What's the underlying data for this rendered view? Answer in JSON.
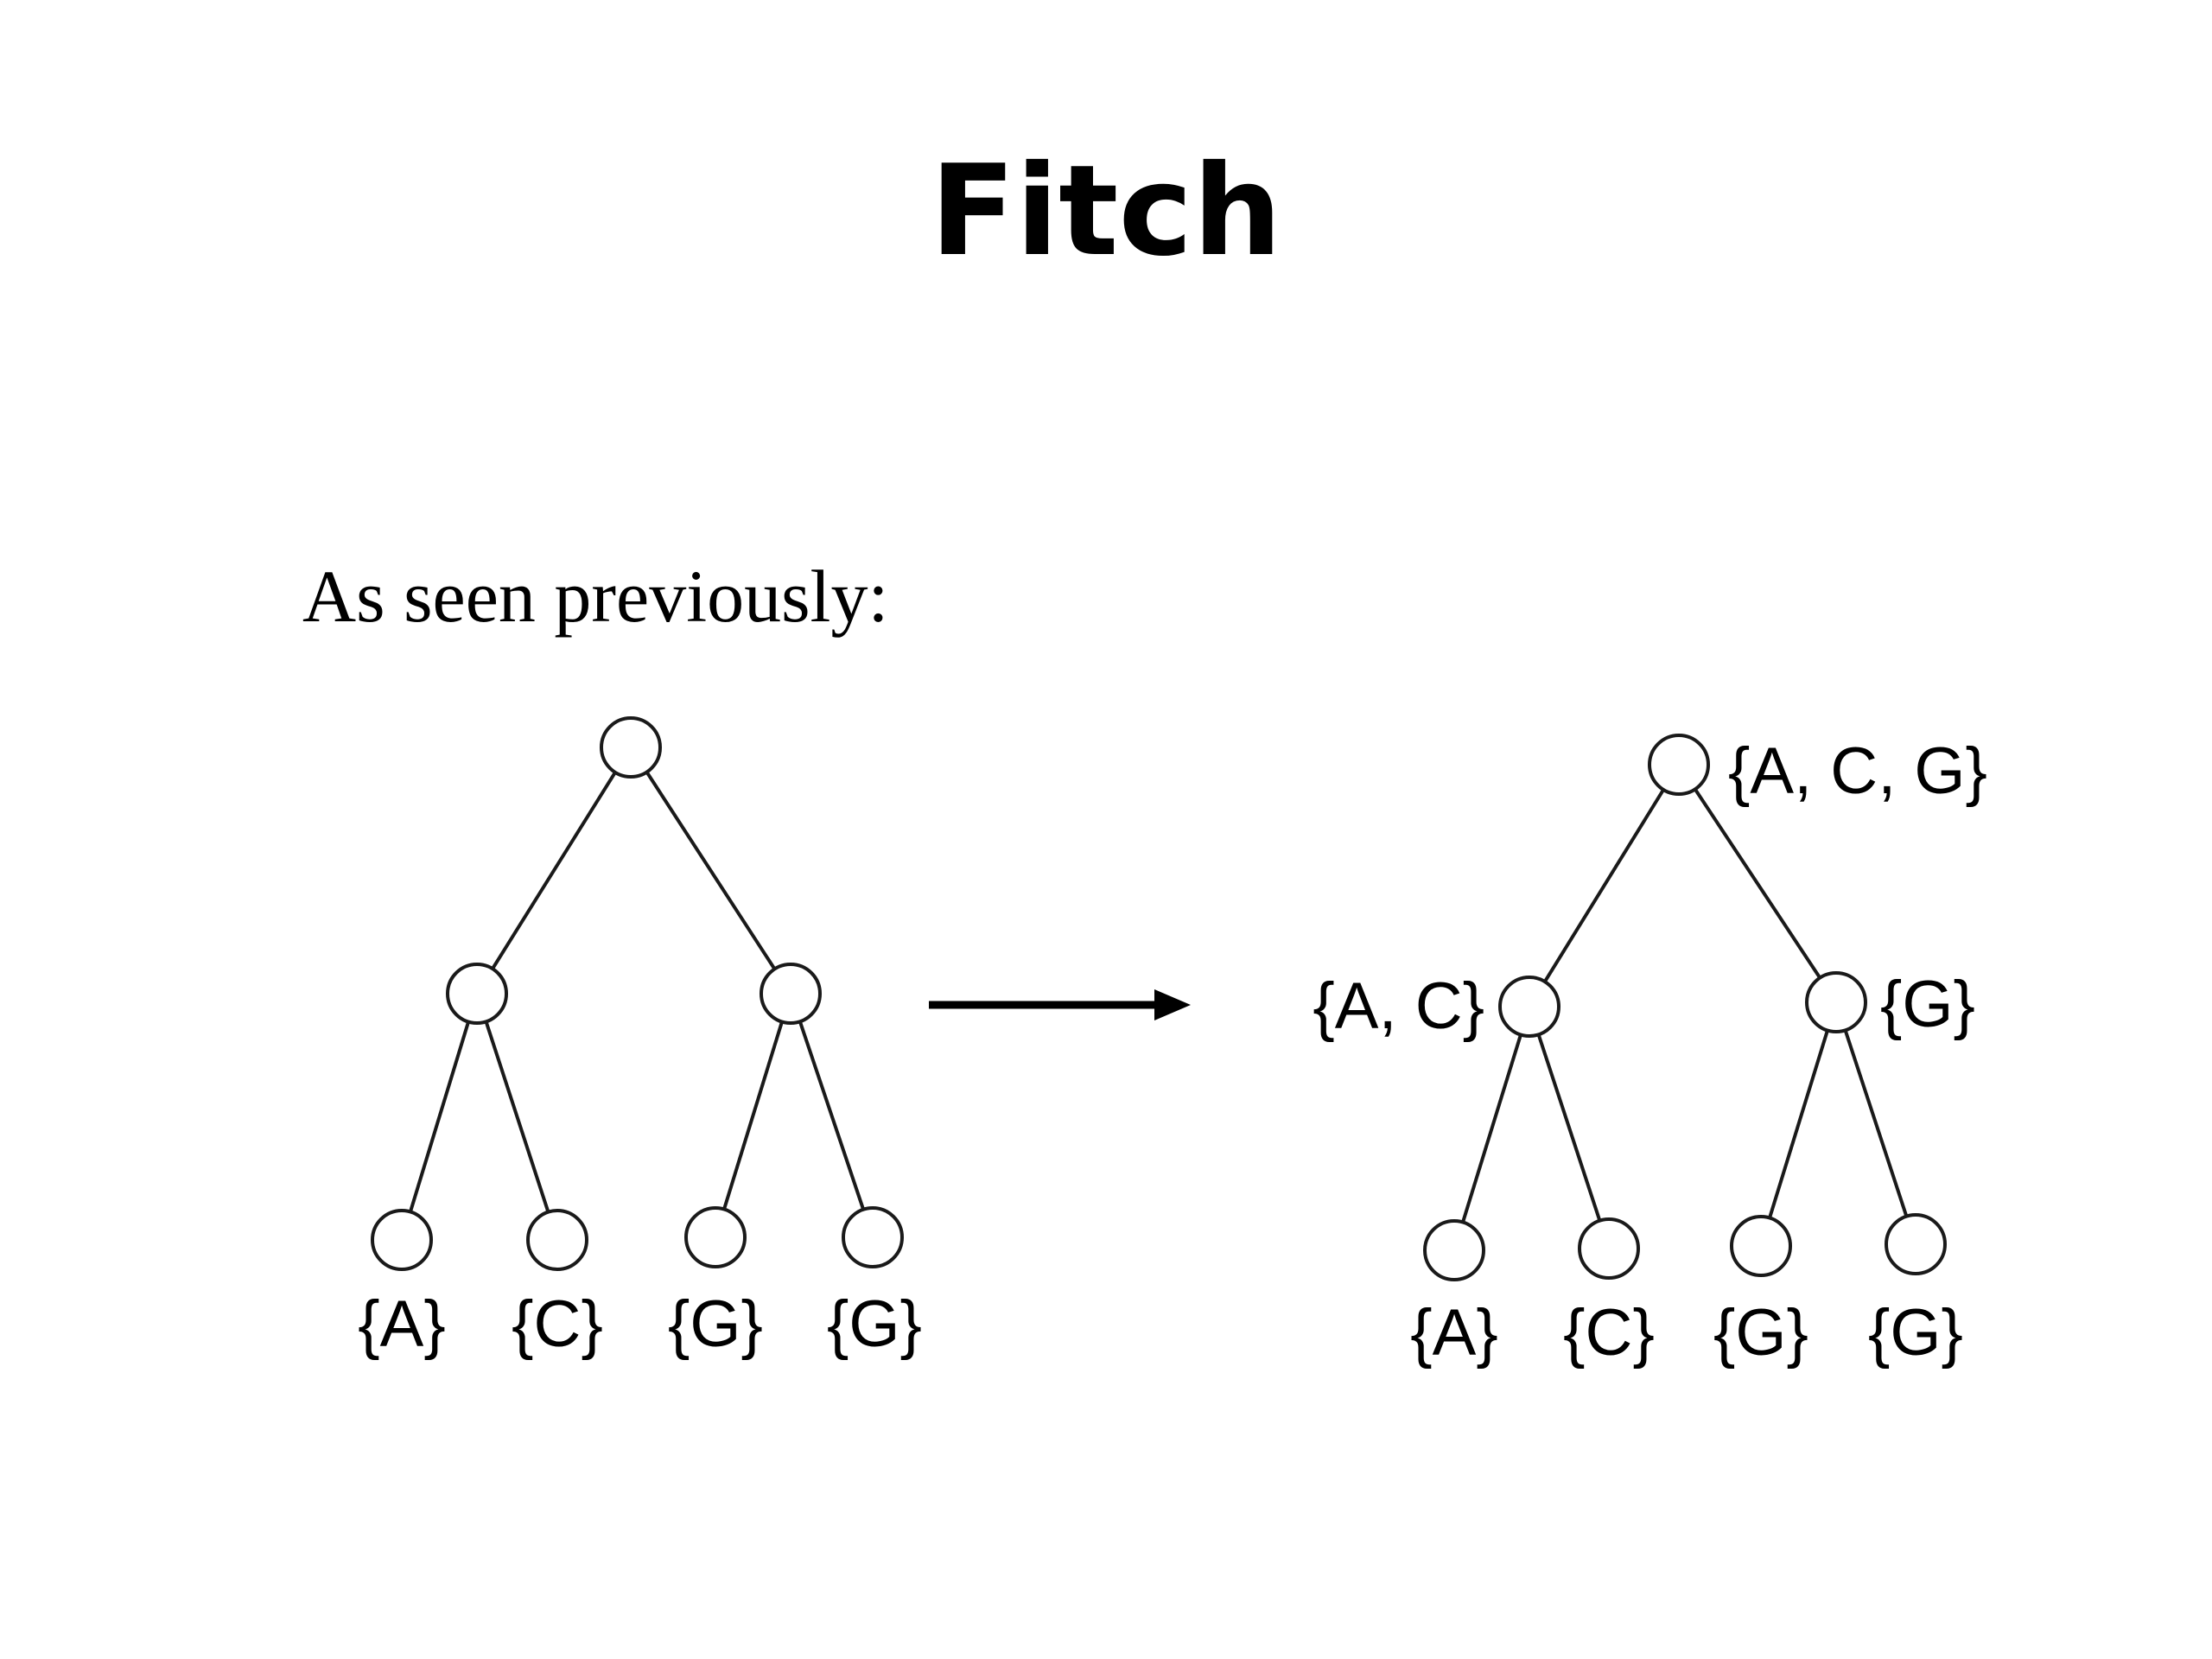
{
  "slide": {
    "title": "Fitch",
    "subtitle": "As seen previously:"
  },
  "diagram": {
    "before_tree": {
      "leaf_labels": [
        "{A}",
        "{C}",
        "{G}",
        "{G}"
      ]
    },
    "after_tree": {
      "root_label": "{A, C, G}",
      "left_internal_label": "{A, C}",
      "right_internal_label": "{G}",
      "leaf_labels": [
        "{A}",
        "{C}",
        "{G}",
        "{G}"
      ]
    },
    "colors": {
      "line": "#1a1a1a",
      "node_fill": "#ffffff",
      "text": "#000000"
    }
  }
}
